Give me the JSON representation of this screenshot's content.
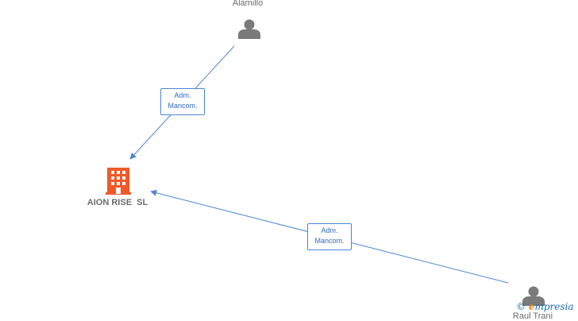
{
  "nodes": {
    "top_person": {
      "name": "Alamillo"
    },
    "company": {
      "name": "AION RISE  SL"
    },
    "bottom_person": {
      "name": "Raul Trani"
    }
  },
  "edges": [
    {
      "label_line1": "Adm.",
      "label_line2": "Mancom."
    },
    {
      "label_line1": "Adm.",
      "label_line2": "Mancom."
    }
  ],
  "colors": {
    "edge": "#4a86d4",
    "person_icon": "#7a7a7a",
    "company_icon": "#f05a28"
  },
  "watermark": {
    "copyright": "©",
    "brand_e": "e",
    "brand_rest": "mpresia"
  }
}
